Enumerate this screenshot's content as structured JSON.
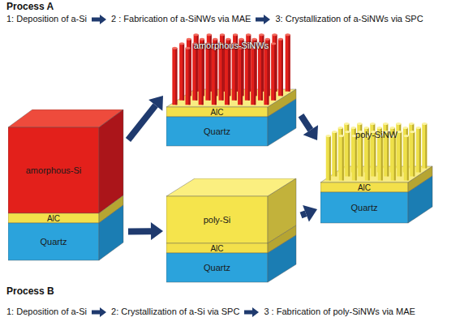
{
  "diagram": {
    "nodes": [
      {
        "text": [
          "amorphous-Si",
          "AlC",
          "Quartz"
        ]
      },
      {
        "text": [
          "amorphous-SiNWs",
          "AlC",
          "Quartz"
        ]
      },
      {
        "text": [
          "poly-Si",
          "AlC",
          "Quartz"
        ]
      },
      {
        "text": [
          "poly-SiNW",
          "AlC",
          "Quartz"
        ]
      }
    ],
    "edges": [
      {
        "from": 0,
        "to": 1,
        "arrow": "to"
      },
      {
        "from": 1,
        "to": 3,
        "arrow": "to"
      },
      {
        "from": 0,
        "to": 2,
        "arrow": "to"
      },
      {
        "from": 2,
        "to": 3,
        "arrow": "to"
      }
    ],
    "labels": [
      "Process A",
      "1: Deposition of a-Si",
      "2 : Fabrication of a-SiNWs via MAE",
      "3: Crystallization of a-SiNWs via SPC",
      "Process B",
      "1: Deposition of a-Si",
      "2: Crystallization of a-Si via SPC",
      "3 : Fabrication of poly-SiNWs via MAE"
    ]
  }
}
